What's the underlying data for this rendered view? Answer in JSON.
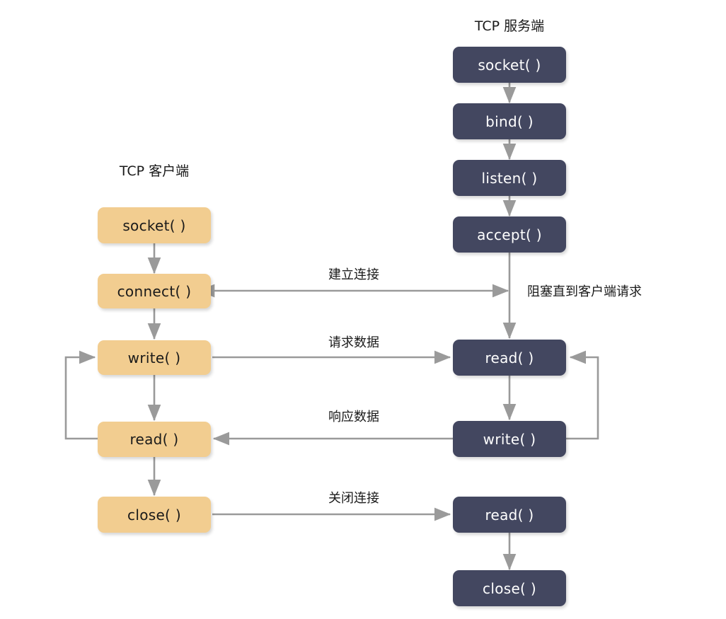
{
  "diagram": {
    "type": "flowchart",
    "title_visible": false,
    "colors": {
      "client_fill": "#f2cd90",
      "client_text": "#1a1a1a",
      "server_fill": "#434760",
      "server_text": "#ffffff",
      "arrow": "#9a9a9a",
      "background": "#ffffff"
    },
    "columns": [
      {
        "id": "client",
        "title": "TCP 客户端"
      },
      {
        "id": "server",
        "title": "TCP 服务端"
      }
    ],
    "client_nodes": [
      {
        "id": "c-socket",
        "label": "socket( )"
      },
      {
        "id": "c-connect",
        "label": "connect( )"
      },
      {
        "id": "c-write",
        "label": "write( )"
      },
      {
        "id": "c-read",
        "label": "read( )"
      },
      {
        "id": "c-close",
        "label": "close( )"
      }
    ],
    "server_nodes": [
      {
        "id": "s-socket",
        "label": "socket( )"
      },
      {
        "id": "s-bind",
        "label": "bind( )"
      },
      {
        "id": "s-listen",
        "label": "listen( )"
      },
      {
        "id": "s-accept",
        "label": "accept( )"
      },
      {
        "id": "s-read1",
        "label": "read( )"
      },
      {
        "id": "s-write",
        "label": "write( )"
      },
      {
        "id": "s-read2",
        "label": "read( )"
      },
      {
        "id": "s-close",
        "label": "close( )"
      }
    ],
    "edge_labels": [
      {
        "id": "lbl-establish",
        "label": "建立连接",
        "direction": "bidirectional"
      },
      {
        "id": "lbl-request",
        "label": "请求数据",
        "direction": "client-to-server"
      },
      {
        "id": "lbl-response",
        "label": "响应数据",
        "direction": "server-to-client"
      },
      {
        "id": "lbl-close",
        "label": "关闭连接",
        "direction": "client-to-server"
      }
    ],
    "annotations": [
      {
        "id": "note-block",
        "label": "阻塞直到客户端请求"
      }
    ]
  }
}
